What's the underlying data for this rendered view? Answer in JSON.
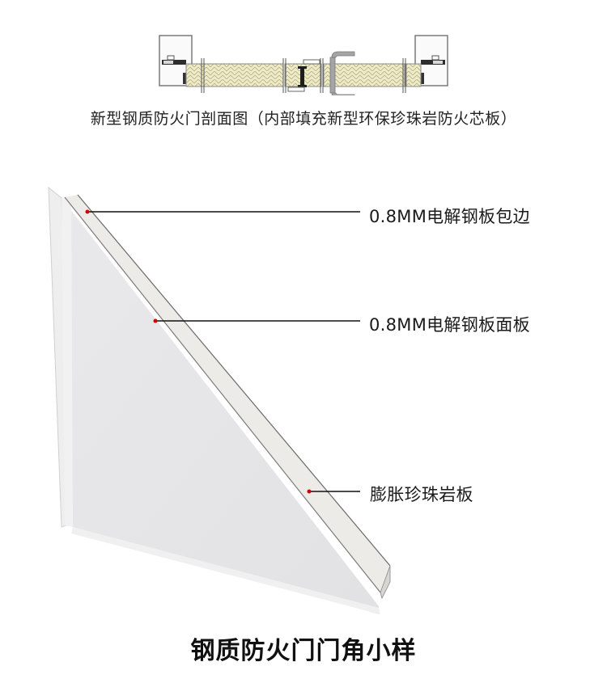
{
  "section_diagram": {
    "caption": "新型钢质防火门剖面图（内部填充新型环保珍珠岩防火芯板）",
    "colors": {
      "core_fill": "#efecc8",
      "core_pattern": "#b8b48a",
      "frame": "#6e6e6e",
      "hinge": "#9a9a9a"
    }
  },
  "callouts": [
    {
      "label": "0.8MM电解钢板包边",
      "dot_color": "#d40000"
    },
    {
      "label": "0.8MM电解钢板面板",
      "dot_color": "#d40000"
    },
    {
      "label": "膨胀珍珠岩板",
      "dot_color": "#d40000"
    }
  ],
  "title": "钢质防火门门角小样"
}
